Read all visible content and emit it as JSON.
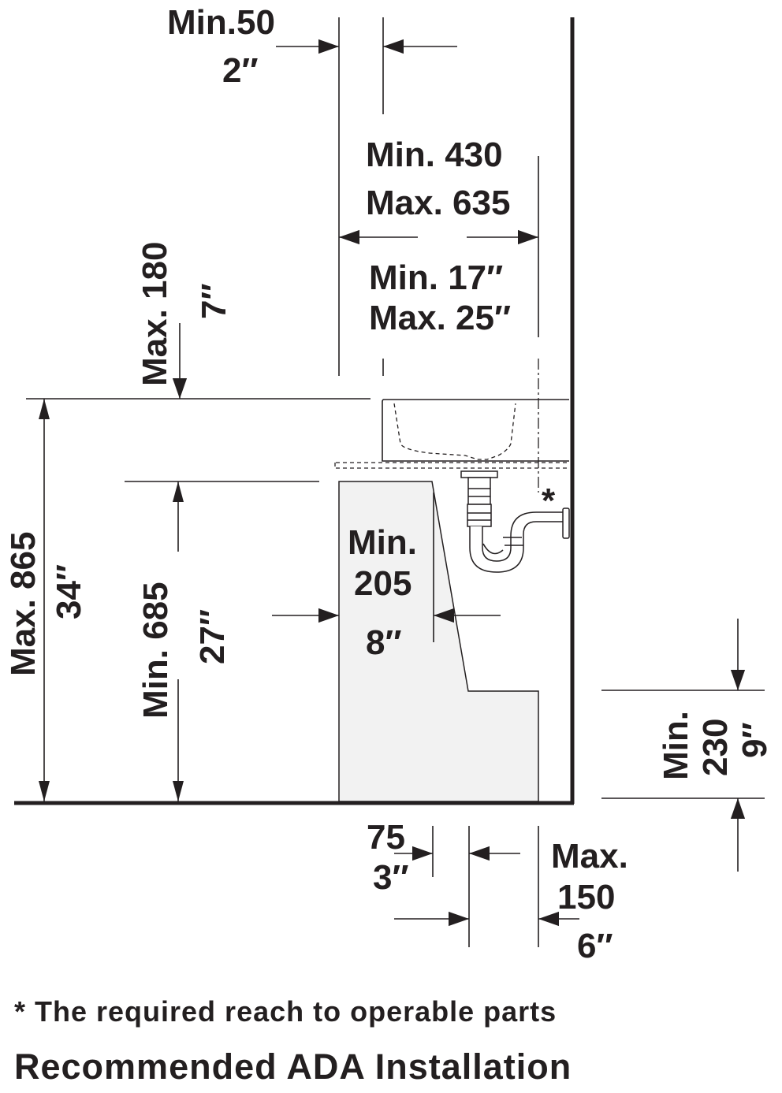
{
  "diagram": {
    "labels": {
      "min50": "Min.50",
      "in2": "2″",
      "min430": "Min. 430",
      "max635": "Max. 635",
      "min17": "Min. 17″",
      "max25": "Max. 25″",
      "max180": "Max. 180",
      "in7": "7″",
      "max865": "Max. 865",
      "in34": "34″",
      "min685": "Min. 685",
      "in27": "27″",
      "min_a": "Min.",
      "v205": "205",
      "in8": "8″",
      "asterisk": "*",
      "min_b": "Min.",
      "v230": "230",
      "in9": "9″",
      "v75": "75",
      "in3": "3″",
      "max_c": "Max.",
      "v150": "150",
      "in6": "6″"
    },
    "footnote": "* The required reach to operable parts",
    "title": "Recommended ADA Installation"
  },
  "colors": {
    "ink": "#231f20",
    "knee_fill": "#f2f2f2"
  }
}
